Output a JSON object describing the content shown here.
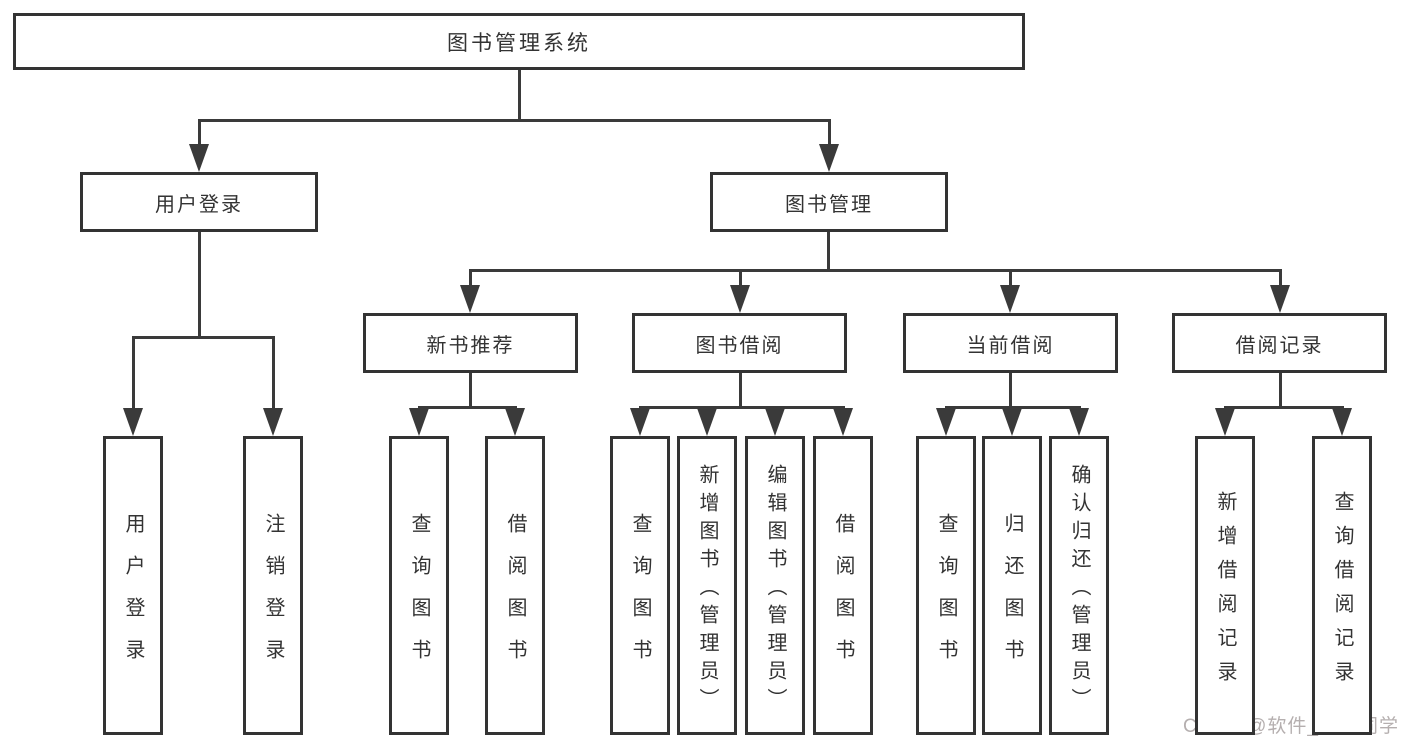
{
  "diagram": {
    "root": {
      "label": "图书管理系统"
    },
    "branches": [
      {
        "label": "用户登录",
        "children": [
          "用户登录",
          "注销登录"
        ]
      },
      {
        "label": "图书管理",
        "sections": [
          {
            "label": "新书推荐",
            "children": [
              "查询图书",
              "借阅图书"
            ]
          },
          {
            "label": "图书借阅",
            "children": [
              "查询图书",
              "新增图书（管理员）",
              "编辑图书（管理员）",
              "借阅图书"
            ]
          },
          {
            "label": "当前借阅",
            "children": [
              "查询图书",
              "归还图书",
              "确认归还（管理员）"
            ]
          },
          {
            "label": "借阅记录",
            "children": [
              "新增借阅记录",
              "查询借阅记录"
            ]
          }
        ]
      }
    ]
  },
  "watermark": {
    "text": "CSDN @软件_小贺同学"
  },
  "colors": {
    "line": "#3a3a3a",
    "border": "#333333",
    "text": "#333333",
    "background": "#ffffff",
    "watermark": "#b5afaf"
  }
}
